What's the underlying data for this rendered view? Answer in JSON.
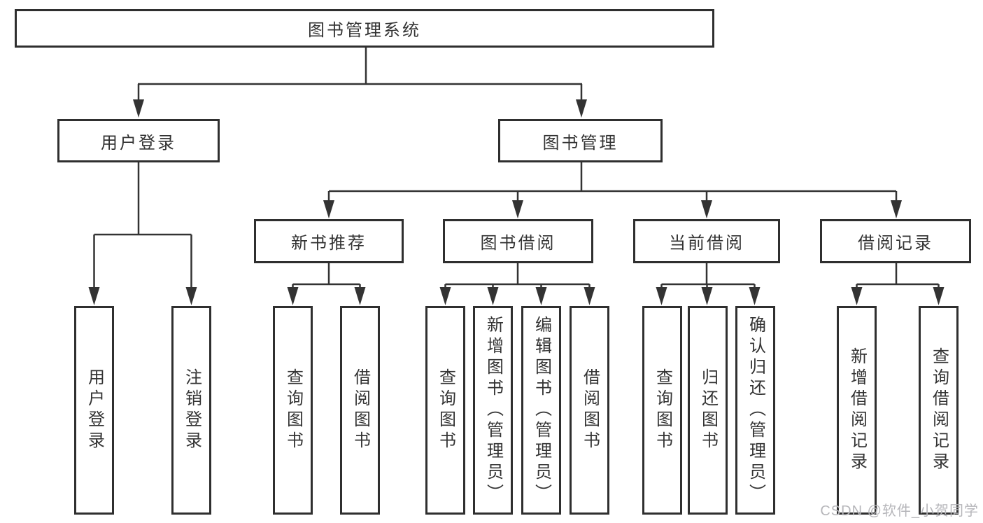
{
  "diagram": {
    "title": "图书管理系统",
    "root": {
      "label": "图书管理系统"
    },
    "level2": [
      {
        "id": "user-login",
        "label": "用户登录"
      },
      {
        "id": "book-management",
        "label": "图书管理"
      }
    ],
    "level3": [
      {
        "id": "new-book-recommend",
        "label": "新书推荐",
        "parent": "图书管理"
      },
      {
        "id": "book-borrow",
        "label": "图书借阅",
        "parent": "图书管理"
      },
      {
        "id": "current-borrow",
        "label": "当前借阅",
        "parent": "图书管理"
      },
      {
        "id": "borrow-record",
        "label": "借阅记录",
        "parent": "图书管理"
      }
    ],
    "leaves": [
      {
        "id": "user-login-leaf",
        "label": "用户登录",
        "parent": "用户登录"
      },
      {
        "id": "logout-leaf",
        "label": "注销登录",
        "parent": "用户登录"
      },
      {
        "id": "query-book-recommend",
        "label": "查询图书",
        "parent": "新书推荐"
      },
      {
        "id": "borrow-book-recommend",
        "label": "借阅图书",
        "parent": "新书推荐"
      },
      {
        "id": "query-book-borrow",
        "label": "查询图书",
        "parent": "图书借阅"
      },
      {
        "id": "add-book-admin",
        "label": "新增图书（管理员）",
        "parent": "图书借阅"
      },
      {
        "id": "edit-book-admin",
        "label": "编辑图书（管理员）",
        "parent": "图书借阅"
      },
      {
        "id": "borrow-book",
        "label": "借阅图书",
        "parent": "图书借阅"
      },
      {
        "id": "query-book-current",
        "label": "查询图书",
        "parent": "当前借阅"
      },
      {
        "id": "return-book",
        "label": "归还图书",
        "parent": "当前借阅"
      },
      {
        "id": "confirm-return-admin",
        "label": "确认归还（管理员）",
        "parent": "当前借阅"
      },
      {
        "id": "add-borrow-record",
        "label": "新增借阅记录",
        "parent": "借阅记录"
      },
      {
        "id": "query-borrow-record",
        "label": "查询借阅记录",
        "parent": "借阅记录"
      }
    ],
    "watermark": "CSDN @软件_小贺同学",
    "colors": {
      "line": "#333333",
      "text": "#333333",
      "box_border": "#2f2f2f",
      "background": "#ffffff",
      "watermark": "#b6b6ba"
    }
  }
}
